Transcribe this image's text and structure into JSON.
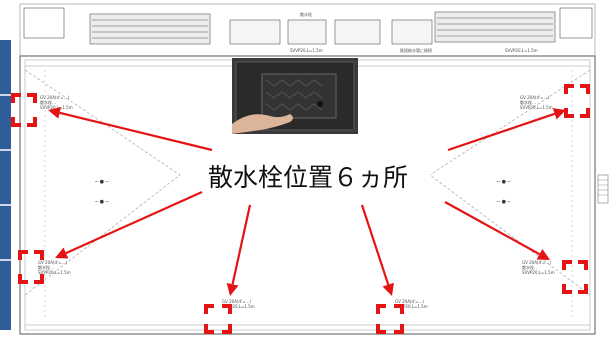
{
  "callout": {
    "text": "散水栓位置６ヵ所"
  },
  "colors": {
    "marker": "#e41414",
    "arrow": "#e41414",
    "blueband": "#2f5d9a",
    "line": "#6a6a6a",
    "photo_dark": "#2a2a2a",
    "hand": "#dcb49a"
  },
  "drawing": {
    "top_labels": [
      "散水栓",
      "SVVP20,L=1.5m",
      "既設給水管に接続",
      "SVVP20,L=1.5m"
    ],
    "left_label_upper": [
      "GV 20A(d'=…)",
      "散水栓…",
      "SVVP20,L=1.5m"
    ],
    "right_label_upper": [
      "GV 20A(d'=…)",
      "散水栓…",
      "SVVP20,L=1.5m"
    ],
    "left_label_lower": [
      "GV 20A(d'=…)",
      "散水栓…",
      "SVVP20,L=1.5m"
    ],
    "right_label_lower": [
      "GV 20A(d'=…)",
      "散水栓…",
      "SVVP20,L=1.5m"
    ],
    "bottom_label_left": [
      "GV 20A(d'=…)",
      "SVVP20,L=1.5m"
    ],
    "bottom_label_right": [
      "GV 20A(d'=…)",
      "SVVP20,L=1.5m"
    ],
    "inner_marks": [
      "─ ● ─",
      "─ ● ─"
    ]
  },
  "photo": {
    "icon": "valve-box-cover-photo"
  }
}
